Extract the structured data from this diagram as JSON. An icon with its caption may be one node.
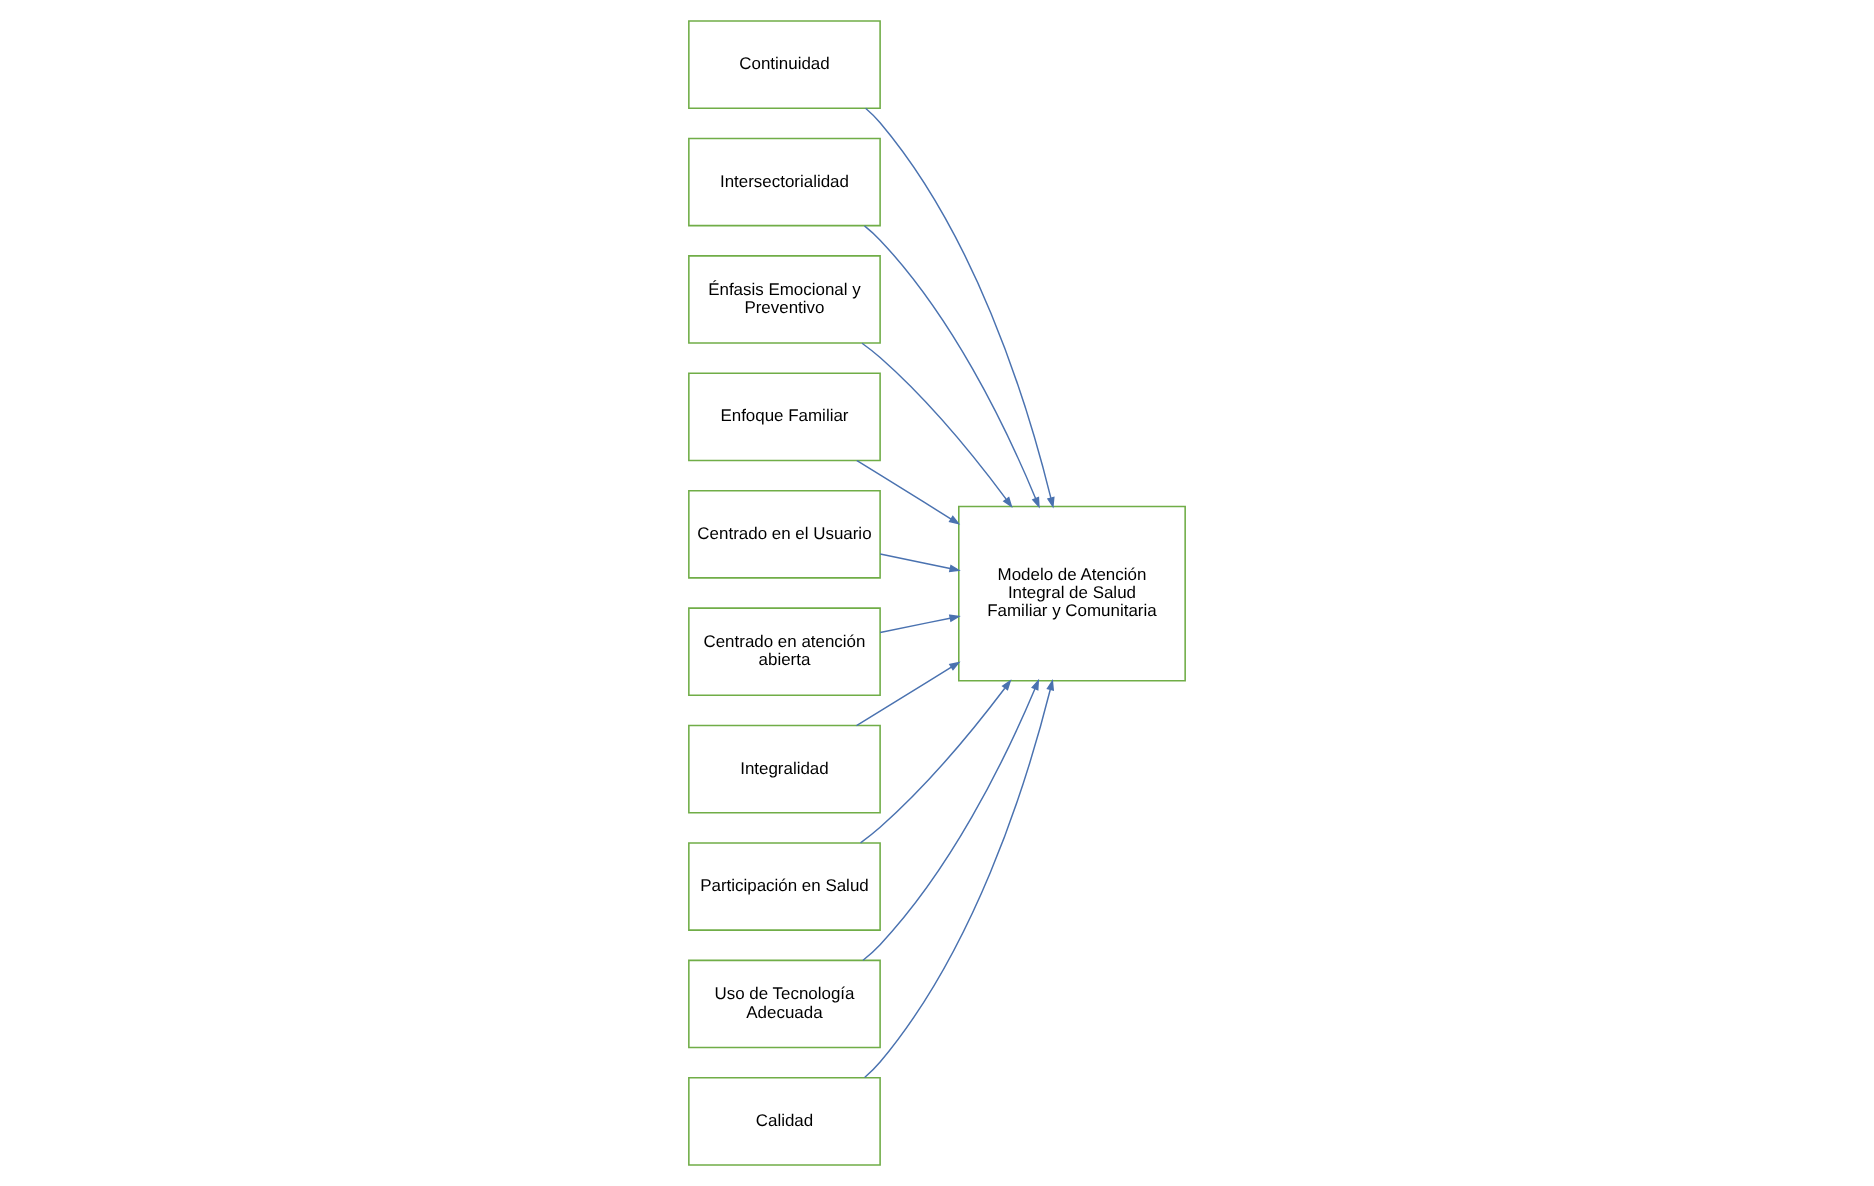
{
  "diagram": {
    "nodes": [
      {
        "text": [
          "Continuidad"
        ]
      },
      {
        "text": [
          "Intersectorialidad"
        ]
      },
      {
        "text": [
          "Énfasis Emocional y Preventivo"
        ]
      },
      {
        "text": [
          "Enfoque Familiar"
        ]
      },
      {
        "text": [
          "Centrado en el Usuario"
        ]
      },
      {
        "text": [
          "Modelo de Atención Integral de Salud Familiar y Comunitaria"
        ]
      },
      {
        "text": [
          "Centrado en atención abierta"
        ]
      },
      {
        "text": [
          "Integralidad"
        ]
      },
      {
        "text": [
          "Participación en Salud"
        ]
      },
      {
        "text": [
          "Uso de Tecnología Adecuada"
        ]
      },
      {
        "text": [
          "Calidad"
        ]
      }
    ],
    "edges": [
      {
        "from": 0,
        "to": 5,
        "arrow": "to"
      },
      {
        "from": 1,
        "to": 5,
        "arrow": "to"
      },
      {
        "from": 2,
        "to": 5,
        "arrow": "to"
      },
      {
        "from": 3,
        "to": 5,
        "arrow": "to"
      },
      {
        "from": 4,
        "to": 5,
        "arrow": "to"
      },
      {
        "from": 6,
        "to": 5,
        "arrow": "to"
      },
      {
        "from": 7,
        "to": 5,
        "arrow": "to"
      },
      {
        "from": 8,
        "to": 5,
        "arrow": "to"
      },
      {
        "from": 9,
        "to": 5,
        "arrow": "to"
      },
      {
        "from": 10,
        "to": 5,
        "arrow": "to"
      }
    ]
  }
}
